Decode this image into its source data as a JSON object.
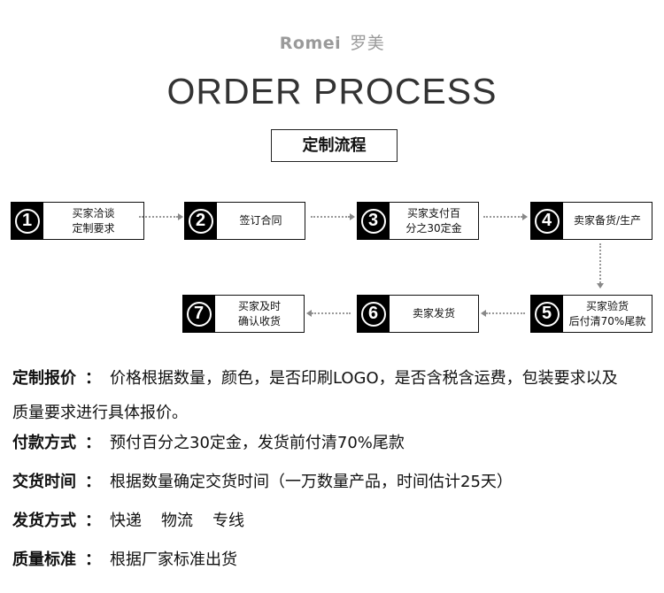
{
  "brand": {
    "name": "Romei",
    "name_cn": "罗美"
  },
  "title": "ORDER PROCESS",
  "subtitle": "定制流程",
  "steps": [
    {
      "num": "1",
      "label": "买家洽谈\n定制要求"
    },
    {
      "num": "2",
      "label": "签订合同"
    },
    {
      "num": "3",
      "label": "买家支付百\n分之30定金"
    },
    {
      "num": "4",
      "label": "卖家备货/生产"
    },
    {
      "num": "5",
      "label": "买家验货\n后付清70%尾款"
    },
    {
      "num": "6",
      "label": "卖家发货"
    },
    {
      "num": "7",
      "label": "买家及时\n确认收货"
    }
  ],
  "info": {
    "separator": "：",
    "quote": {
      "key": "定制报价",
      "line1": "价格根据数量，颜色，是否印刷LOGO，是否含税含运费，包装要求以及",
      "line2": "质量要求进行具体报价。"
    },
    "payment": {
      "key": "付款方式",
      "value": "预付百分之30定金，发货前付清70%尾款"
    },
    "delivery_time": {
      "key": "交货时间",
      "value": "根据数量确定交货时间（一万数量产品，时间估计25天）"
    },
    "shipping": {
      "key": "发货方式",
      "options": [
        "快递",
        "物流",
        "专线"
      ]
    },
    "quality": {
      "key": "质量标准",
      "value": "根据厂家标准出货"
    }
  }
}
